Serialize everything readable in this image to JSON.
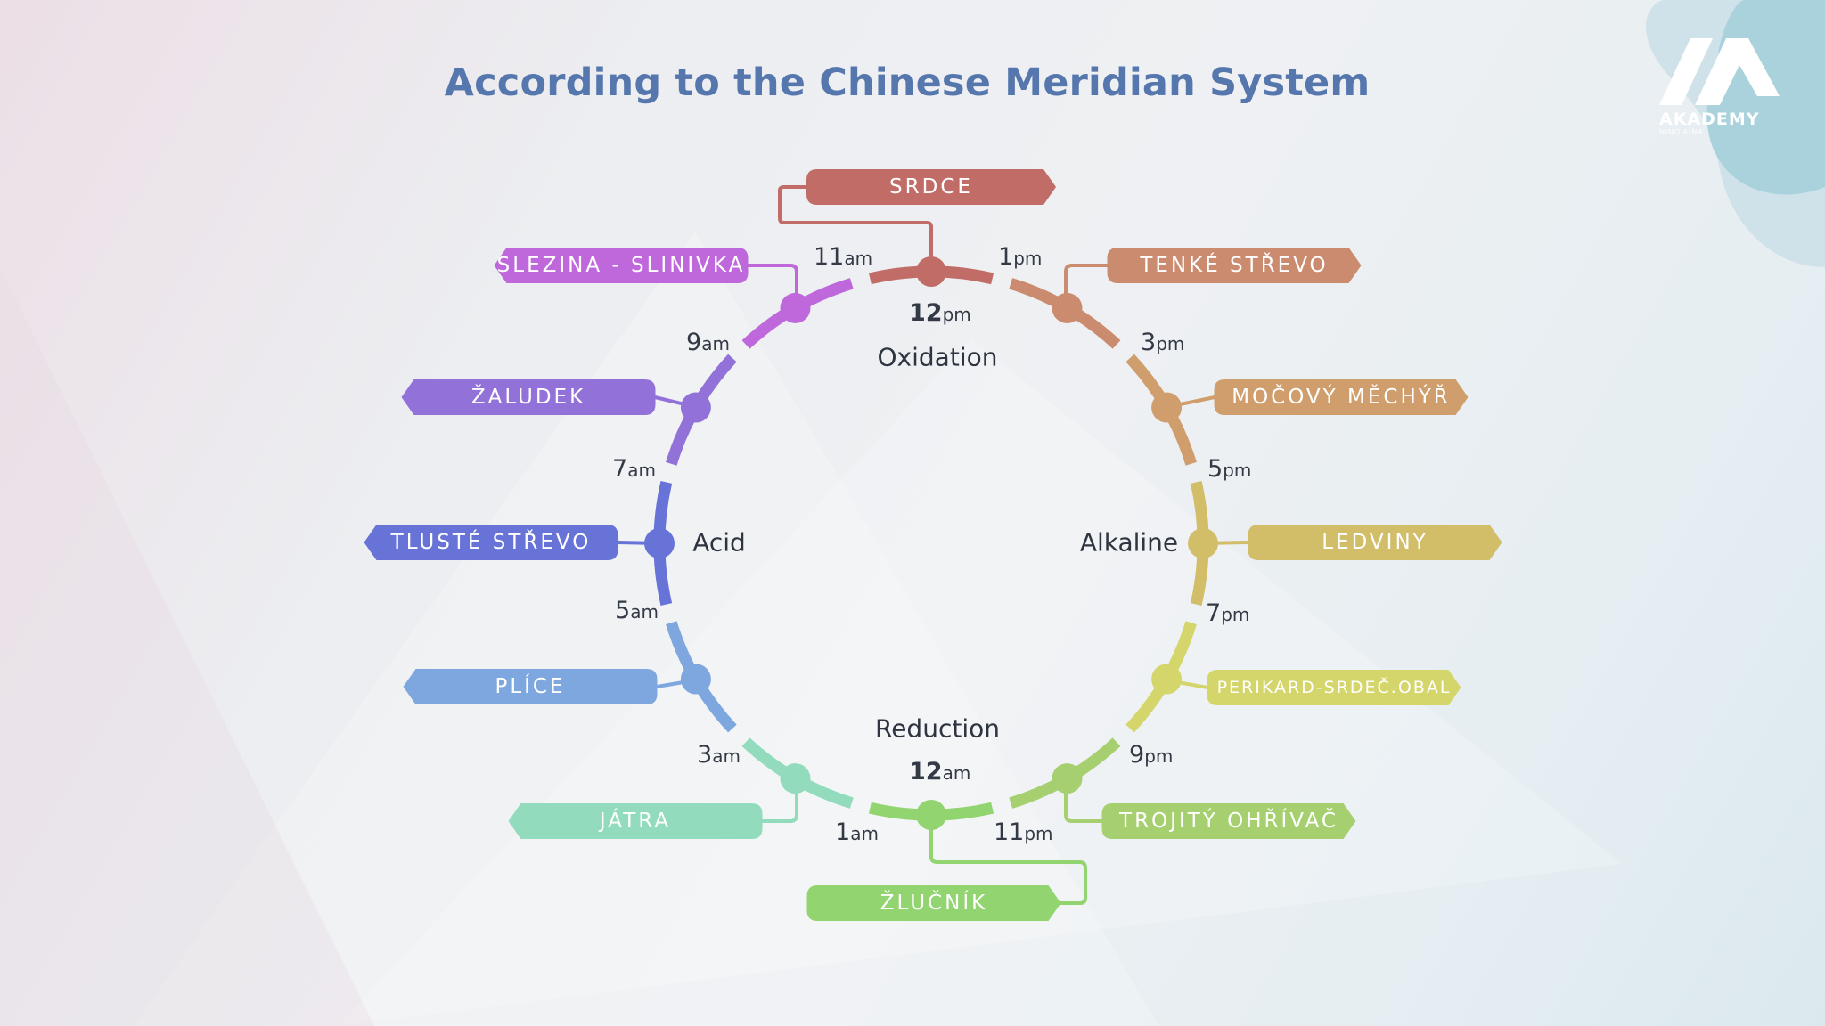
{
  "title": "According to the Chinese Meridian System",
  "logo": {
    "word": "AKADEMY",
    "sub": "NINO AINA"
  },
  "phases": {
    "top": "Oxidation",
    "right": "Alkaline",
    "bottom": "Reduction",
    "left": "Acid"
  },
  "hour_labels": [
    {
      "id": "h12pm",
      "num": "12",
      "suffix": "pm"
    },
    {
      "id": "h1pm",
      "num": "1",
      "suffix": "pm"
    },
    {
      "id": "h3pm",
      "num": "3",
      "suffix": "pm"
    },
    {
      "id": "h5pm",
      "num": "5",
      "suffix": "pm"
    },
    {
      "id": "h7pm",
      "num": "7",
      "suffix": "pm"
    },
    {
      "id": "h9pm",
      "num": "9",
      "suffix": "pm"
    },
    {
      "id": "h11pm",
      "num": "11",
      "suffix": "pm"
    },
    {
      "id": "h12am",
      "num": "12",
      "suffix": "am"
    },
    {
      "id": "h1am",
      "num": "1",
      "suffix": "am"
    },
    {
      "id": "h3am",
      "num": "3",
      "suffix": "am"
    },
    {
      "id": "h5am",
      "num": "5",
      "suffix": "am"
    },
    {
      "id": "h7am",
      "num": "7",
      "suffix": "am"
    },
    {
      "id": "h9am",
      "num": "9",
      "suffix": "am"
    },
    {
      "id": "h11am",
      "num": "11",
      "suffix": "am"
    }
  ],
  "organs": [
    {
      "label": "SRDCE",
      "color": "#c16c67"
    },
    {
      "label": "TENKÉ STŘEVO",
      "color": "#cb8b6e"
    },
    {
      "label": "MOČOVÝ MĚCHÝŘ",
      "color": "#cf9e6c"
    },
    {
      "label": "LEDVINY",
      "color": "#d2bd68"
    },
    {
      "label": "PERIKARD-SRDEČ.OBAL",
      "color": "#d4d66b"
    },
    {
      "label": "TROJITÝ OHŘÍVAČ",
      "color": "#a6d070"
    },
    {
      "label": "ŽLUČNÍK",
      "color": "#92d46f"
    },
    {
      "label": "JÁTRA",
      "color": "#92dcbd"
    },
    {
      "label": "PLÍCE",
      "color": "#7ea6df"
    },
    {
      "label": "TLUSTÉ STŘEVO",
      "color": "#6873d8"
    },
    {
      "label": "ŽALUDEK",
      "color": "#9272d9"
    },
    {
      "label": "SLEZINA - SLINIVKA",
      "color": "#bf68dc"
    }
  ]
}
